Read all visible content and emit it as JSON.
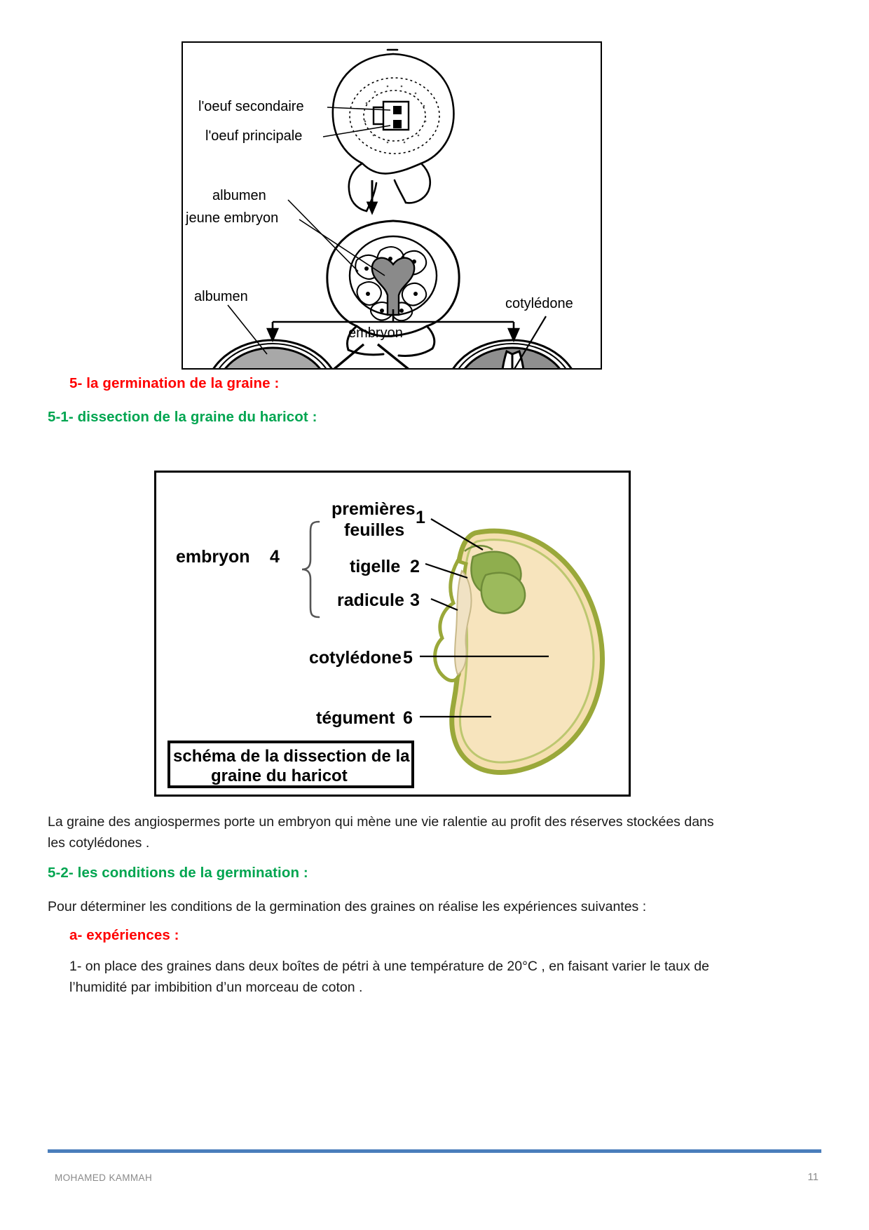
{
  "document": {
    "figure1": {
      "name": "embryogenesis-diagram",
      "labels": {
        "oeuf_secondaire": "l'oeuf secondaire",
        "oeuf_principale": "l'oeuf principale",
        "albumen_top": "albumen",
        "jeune_embryon": "jeune embryon",
        "albumen_bottom": "albumen",
        "embryon": "embryon",
        "cotyledone": "cotylédone"
      }
    },
    "headings": {
      "section5": "5-  la germination de la graine :",
      "section51": "5-1- dissection de la graine du haricot :",
      "section52": "5-2- les conditions de la germination :",
      "subsection_a": "a-  expériences :"
    },
    "figure2": {
      "name": "bean-seed-dissection-diagram",
      "labels": {
        "embryon": "embryon",
        "embryon_num": "4",
        "premieres_feuilles_l1": "premières",
        "premieres_feuilles_l2": "feuilles",
        "premieres_feuilles_num": "1",
        "tigelle": "tigelle",
        "tigelle_num": "2",
        "radicule": "radicule",
        "radicule_num": "3",
        "cotyledone": "cotylédone",
        "cotyledone_num": "5",
        "tegument": "tégument",
        "tegument_num": "6"
      },
      "caption_line1": "schéma de la dissection de la",
      "caption_line2": "graine  du haricot",
      "colors": {
        "seed_coat": "#9aa83a",
        "cotyledon_fill": "#f5dfb0",
        "leaf_green": "#8fae4e",
        "embryo_tip": "#f0e2c4"
      }
    },
    "paragraphs": {
      "p1": "La graine des angiospermes porte un embryon qui mène une vie ralentie au profit des réserves stockées dans les cotylédones .",
      "p2": "Pour déterminer les conditions de la germination des graines on réalise les expériences suivantes :",
      "p3": "1- on place des graines dans deux boîtes de pétri à une température de 20°C , en faisant varier le taux de l’humidité par imbibition d’un morceau de coton ."
    },
    "footer": {
      "author": "MOHAMED KAMMAH",
      "page_number": "11",
      "rule_color": "#4a7ebb"
    },
    "theme": {
      "red": "#ff0000",
      "green": "#00a550",
      "text": "#1a1a1a",
      "footer_gray": "#8a8a8a"
    }
  }
}
